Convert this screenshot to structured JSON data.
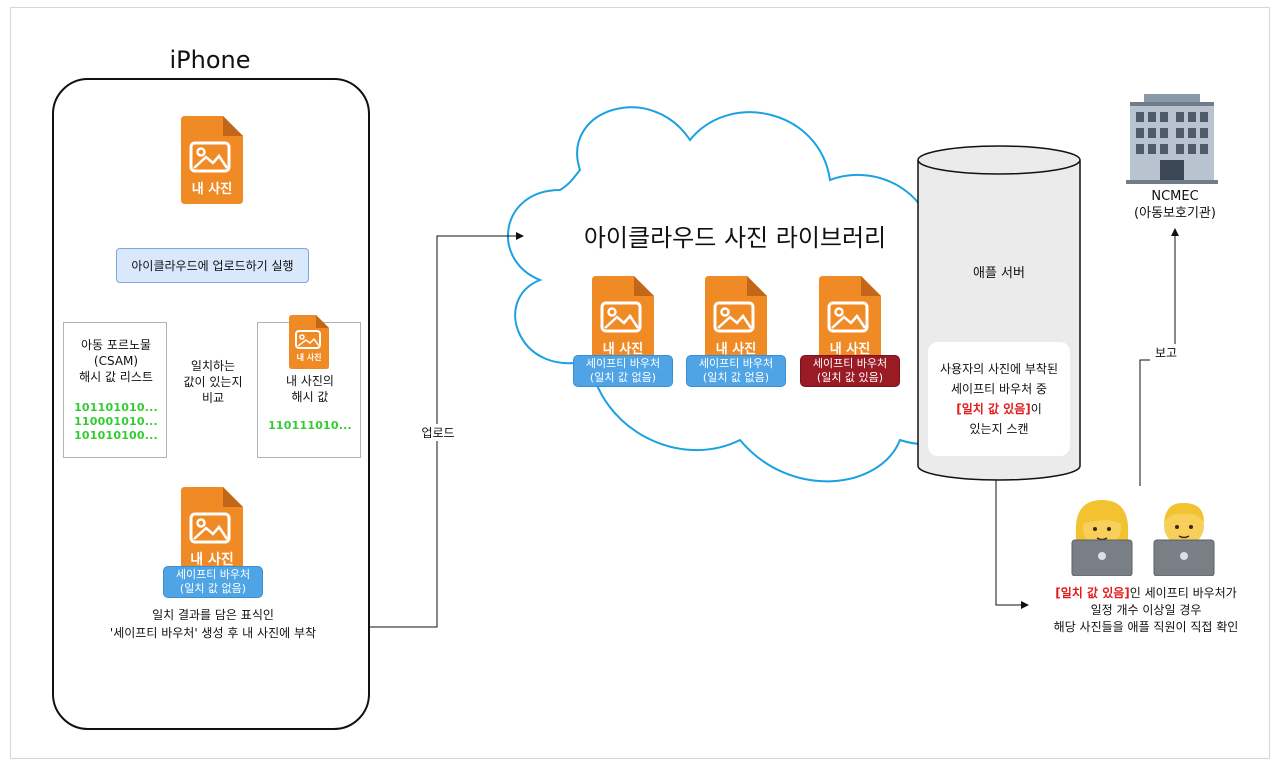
{
  "iphone": {
    "title": "iPhone",
    "photo_label": "내 사진",
    "upload_step": "아이클라우드에 업로드하기 실행",
    "csam_list": {
      "line1": "아동 포르노물",
      "line2": "(CSAM)",
      "line3": "해시 값 리스트",
      "hashes": [
        "101101010...",
        "110001010...",
        "101010100..."
      ]
    },
    "compare": {
      "line1": "일치하는",
      "line2": "값이 있는지",
      "line3": "비교"
    },
    "my_hash": {
      "photo_label": "내 사진",
      "line1": "내 사진의",
      "line2": "해시 값",
      "hash": "110111010..."
    },
    "result_photo_label": "내 사진",
    "result_voucher": {
      "line1": "세이프티 바우처",
      "line2": "(일치 값 없음)"
    },
    "caption": {
      "line1": "일치 결과를 담은 표식인",
      "line2": "'세이프티 바우처' 생성 후 내 사진에 부착"
    }
  },
  "upload_label": "업로드",
  "cloud": {
    "title": "아이클라우드 사진 라이브러리",
    "photos": [
      {
        "label": "내 사진",
        "voucher_line1": "세이프티 바우처",
        "voucher_line2": "(일치 값 없음)",
        "match": false
      },
      {
        "label": "내 사진",
        "voucher_line1": "세이프티 바우처",
        "voucher_line2": "(일치 값 없음)",
        "match": false
      },
      {
        "label": "내 사진",
        "voucher_line1": "세이프티 바우처",
        "voucher_line2": "(일치 값 있음)",
        "match": true
      }
    ]
  },
  "server": {
    "label": "애플 서버",
    "scan": {
      "line1": "사용자의 사진에 부착된",
      "line2": "세이프티 바우처 중",
      "highlight": "[일치 값 있음]",
      "suffix": "이",
      "line4": "있는지 스캔"
    }
  },
  "ncmec": {
    "line1": "NCMEC",
    "line2": "(아동보호기관)"
  },
  "report_label": "보고",
  "review": {
    "highlight": "[일치 값 있음]",
    "line1_rest": "인 세이프티 바우처가",
    "line2": "일정 개수 이상일 경우",
    "line3": "해당 사진들을 애플 직원이 직접 확인"
  },
  "colors": {
    "photo_orange": "#f08a24",
    "voucher_blue": "#4fa4e5",
    "voucher_red": "#9b1b25",
    "cloud_stroke": "#1ba1e2",
    "highlight_red": "#e31b1b",
    "hash_green": "#33cc33"
  }
}
